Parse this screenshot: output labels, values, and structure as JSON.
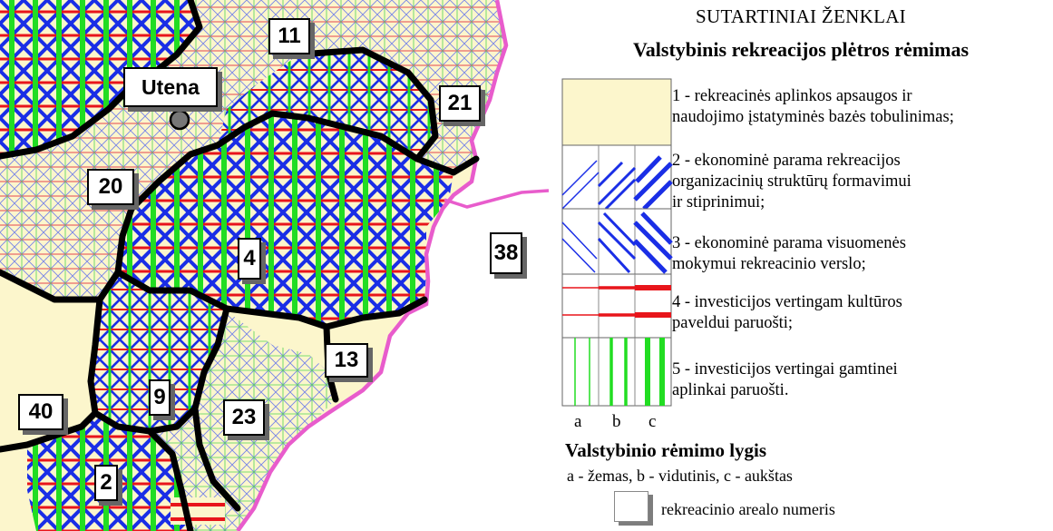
{
  "legend": {
    "heading": "SUTARTINIAI ŽENKLAI",
    "subtitle": "Valstybinis rekreacijos plėtros rėmimas",
    "items": [
      {
        "lines": [
          "1 - rekreacinės aplinkos apsaugos ir",
          "naudojimo įstatyminės bazės tobulinimas;"
        ]
      },
      {
        "lines": [
          "2 - ekonominė parama rekreacijos",
          "organizacinių struktūrų formavimui",
          "ir stiprinimui;"
        ]
      },
      {
        "lines": [
          "3 - ekonominė parama visuomenės",
          "mokymui rekreacinio verslo;"
        ]
      },
      {
        "lines": [
          "4 - investicijos vertingam kultūros",
          "paveldui paruošti;"
        ]
      },
      {
        "lines": [
          "5 - investicijos vertingai gamtinei",
          "aplinkai paruošti."
        ]
      }
    ],
    "level_letters": [
      "a",
      "b",
      "c"
    ],
    "level_title": "Valstybinio rėmimo lygis",
    "level_desc": "a - žemas, b - vidutinis, c - aukštas",
    "area_number_label": "rekreacinio arealo numeris"
  },
  "map": {
    "town": "Utena",
    "area_numbers": [
      "11",
      "21",
      "20",
      "4",
      "38",
      "13",
      "9",
      "40",
      "23",
      "2"
    ]
  },
  "colors": {
    "cream": "#fcf6cc",
    "blue": "#1a2ee6",
    "red": "#e8151b",
    "green": "#22dd22",
    "pink_border": "#e85ccc",
    "boundary": "#000000"
  }
}
